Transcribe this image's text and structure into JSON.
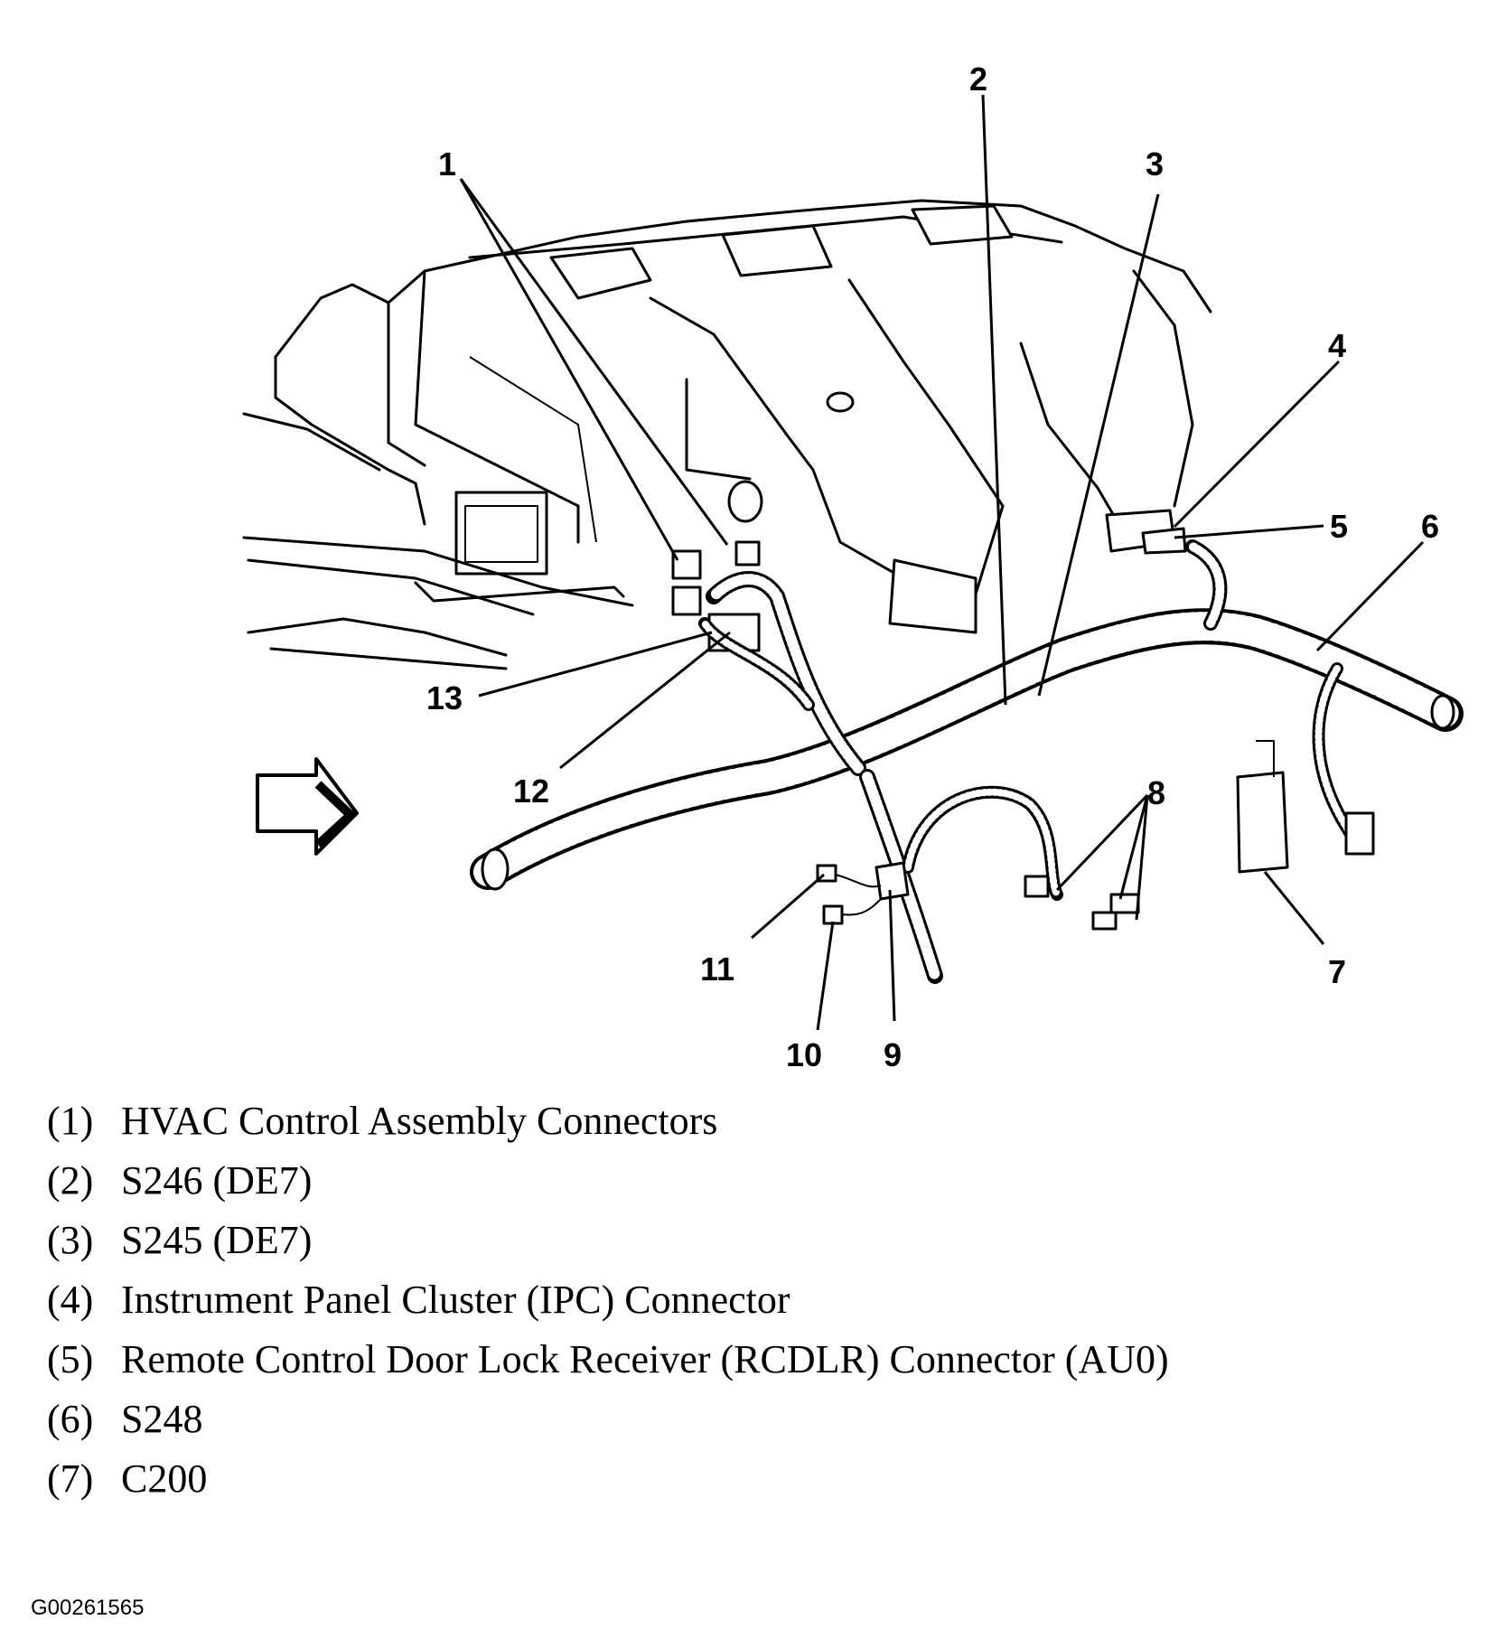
{
  "figure_id": "G00261565",
  "callouts": [
    "1",
    "2",
    "3",
    "4",
    "5",
    "6",
    "7",
    "8",
    "9",
    "10",
    "11",
    "12",
    "13"
  ],
  "legend": [
    {
      "num": "(1)",
      "text": "HVAC Control Assembly Connectors"
    },
    {
      "num": "(2)",
      "text": "S246 (DE7)"
    },
    {
      "num": "(3)",
      "text": "S245 (DE7)"
    },
    {
      "num": "(4)",
      "text": "Instrument Panel Cluster (IPC) Connector"
    },
    {
      "num": "(5)",
      "text": "Remote Control Door Lock Receiver (RCDLR) Connector (AU0)"
    },
    {
      "num": "(6)",
      "text": "S248"
    },
    {
      "num": "(7)",
      "text": "C200"
    }
  ]
}
